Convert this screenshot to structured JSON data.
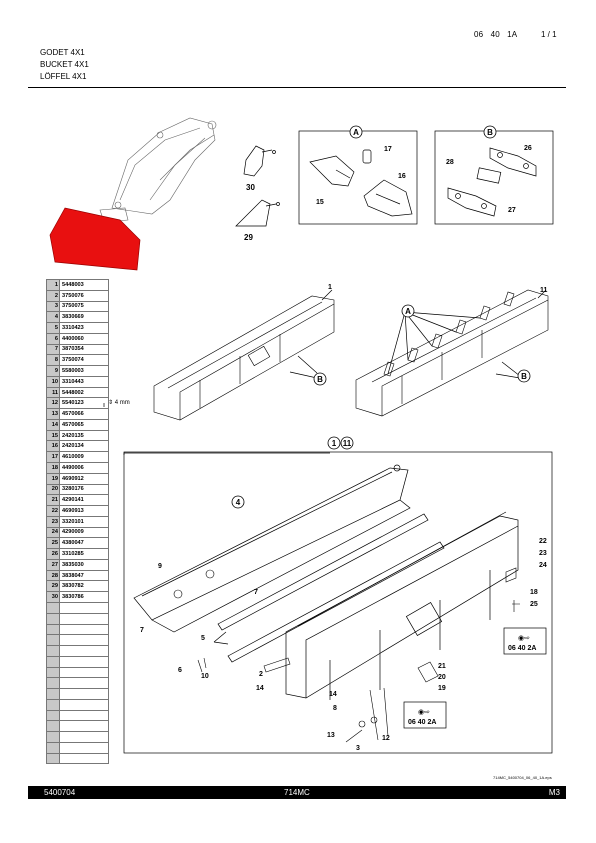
{
  "header": {
    "ref": "06   40   1A",
    "page": "1 / 1",
    "titles": [
      "GODET 4X1",
      "BUCKET 4X1",
      "LÖFFEL 4X1"
    ]
  },
  "parts": [
    {
      "n": "1",
      "code": "5448003"
    },
    {
      "n": "2",
      "code": "3750076"
    },
    {
      "n": "3",
      "code": "3750075"
    },
    {
      "n": "4",
      "code": "3830669"
    },
    {
      "n": "5",
      "code": "3310423"
    },
    {
      "n": "6",
      "code": "4400060"
    },
    {
      "n": "7",
      "code": "3870354"
    },
    {
      "n": "8",
      "code": "3750074"
    },
    {
      "n": "9",
      "code": "5580003"
    },
    {
      "n": "10",
      "code": "3310443"
    },
    {
      "n": "11",
      "code": "5448002"
    },
    {
      "n": "12",
      "code": "5540123"
    },
    {
      "n": "13",
      "code": "4570066"
    },
    {
      "n": "14",
      "code": "4570065"
    },
    {
      "n": "15",
      "code": "2420135"
    },
    {
      "n": "16",
      "code": "2420134"
    },
    {
      "n": "17",
      "code": "4610009"
    },
    {
      "n": "18",
      "code": "4490006"
    },
    {
      "n": "19",
      "code": "4690912"
    },
    {
      "n": "20",
      "code": "3280176"
    },
    {
      "n": "21",
      "code": "4290141"
    },
    {
      "n": "22",
      "code": "4690913"
    },
    {
      "n": "23",
      "code": "3320101"
    },
    {
      "n": "24",
      "code": "4290009"
    },
    {
      "n": "25",
      "code": "4380047"
    },
    {
      "n": "26",
      "code": "3310285"
    },
    {
      "n": "27",
      "code": "3835030"
    },
    {
      "n": "28",
      "code": "3838047"
    },
    {
      "n": "29",
      "code": "3830782"
    },
    {
      "n": "30",
      "code": "3830786"
    }
  ],
  "empty_rows": 15,
  "note": "4 mm",
  "labels": {
    "boxA": "A",
    "boxB": "B",
    "p15": "15",
    "p16": "16",
    "p17": "17",
    "p26": "26",
    "p27": "27",
    "p28": "28",
    "p29": "29",
    "p30": "30",
    "b1": "1",
    "b11": "11",
    "callA": "A",
    "callB": "B",
    "det1": "1",
    "det11": "11",
    "det4": "4",
    "d9": "9",
    "d7a": "7",
    "d7b": "7",
    "d5": "5",
    "d6": "6",
    "d10": "10",
    "d2": "2",
    "d14a": "14",
    "d14b": "14",
    "d8": "8",
    "d13": "13",
    "d3": "3",
    "d12": "12",
    "d21": "21",
    "d20": "20",
    "d19": "19",
    "d22": "22",
    "d23": "23",
    "d24": "24",
    "d18": "18",
    "d25": "25",
    "ref1": "06 40 2A",
    "ref2": "06 40 2A"
  },
  "filename": "714MC_5400704_06_40_1A.eps",
  "footer": {
    "left": "5400704",
    "center": "714MC",
    "right": "M3"
  },
  "colors": {
    "highlight": "#e81010"
  }
}
